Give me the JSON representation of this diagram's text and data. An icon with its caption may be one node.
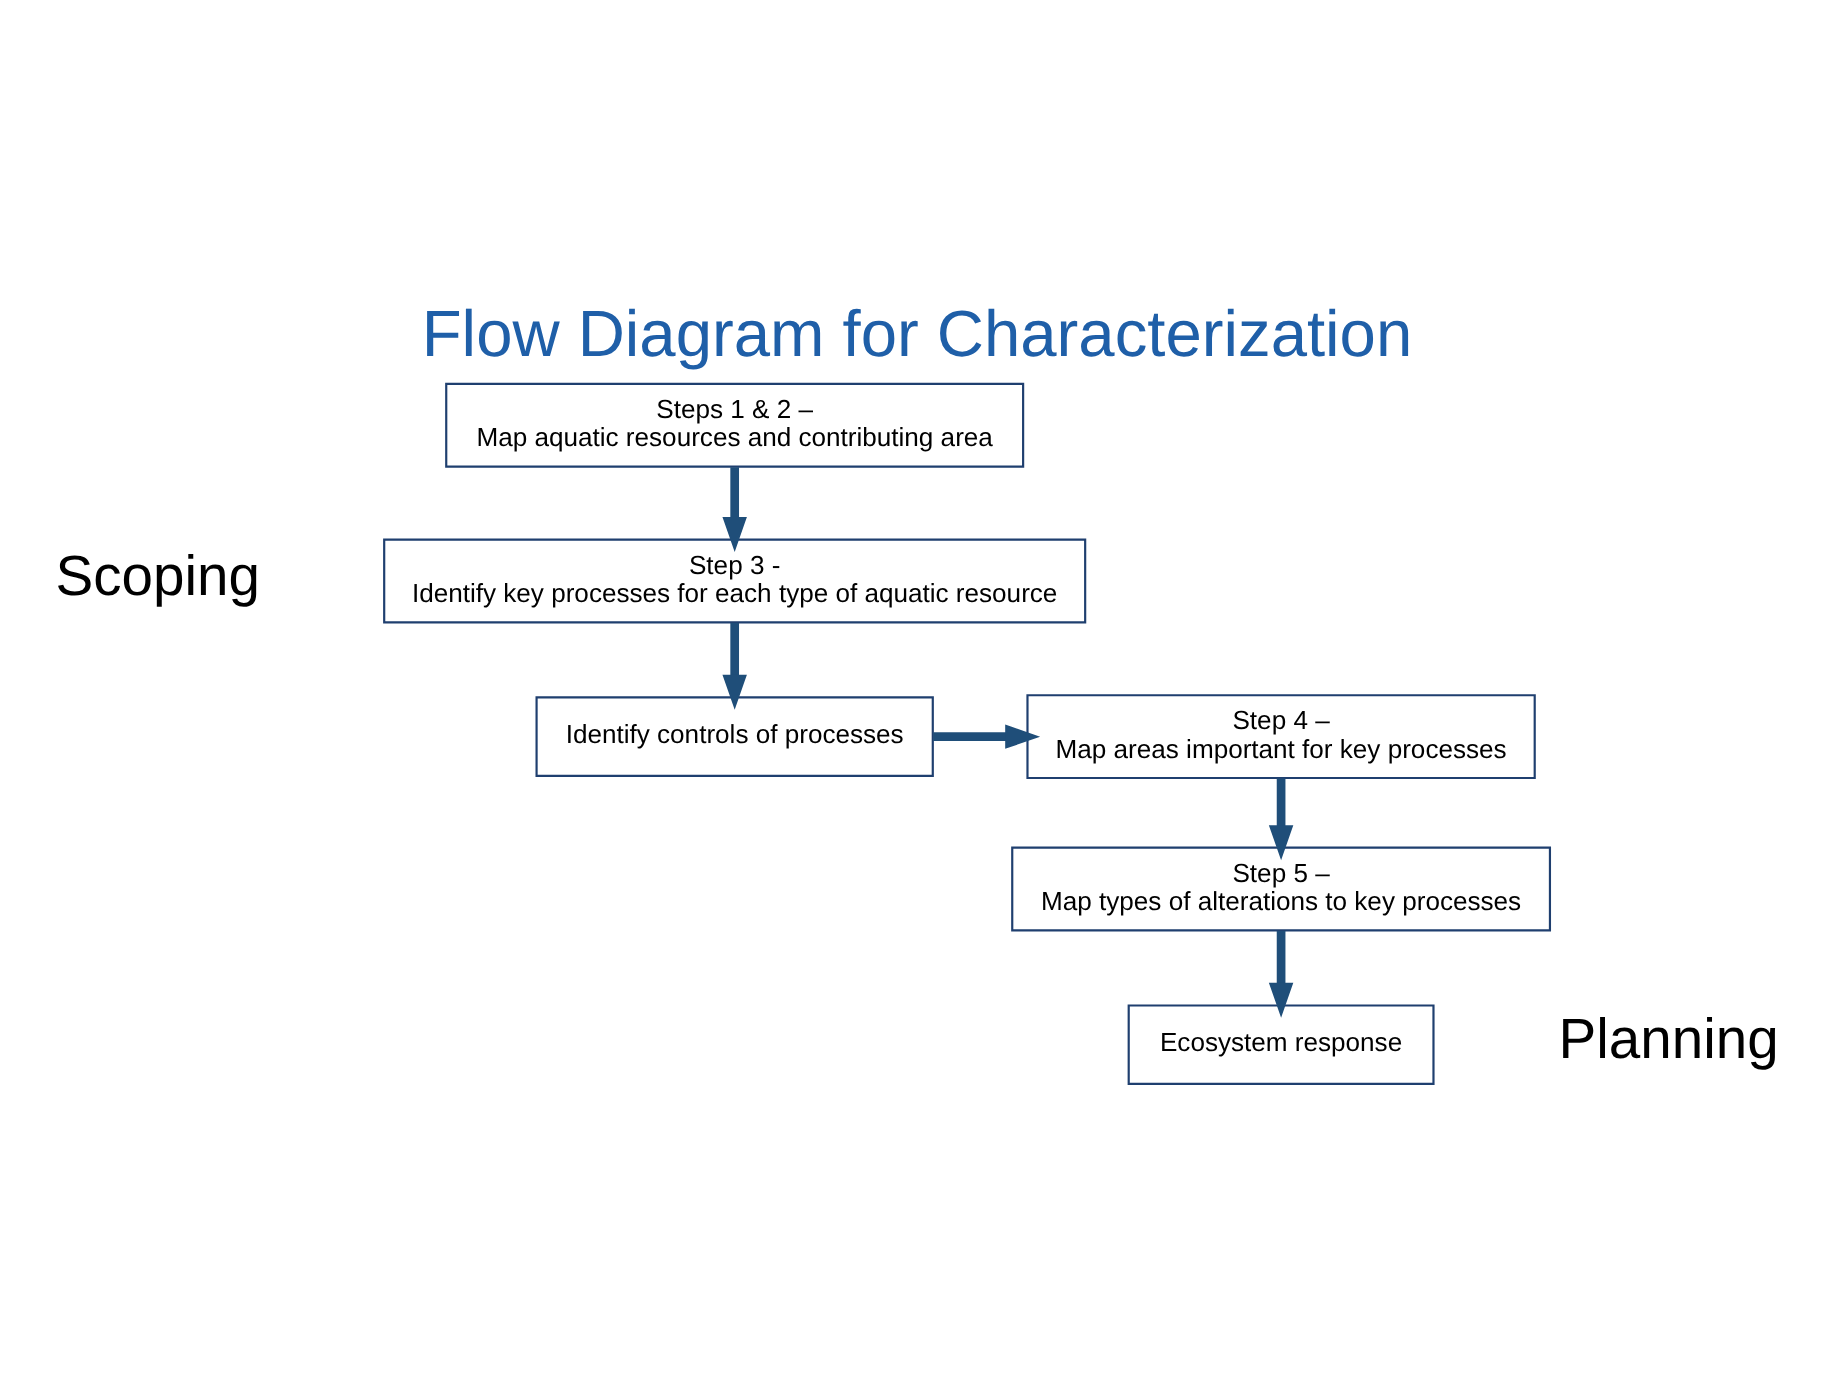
{
  "diagram": {
    "title": "Flow Diagram for Characterization",
    "nodes": [
      {
        "text": [
          "Steps 1 & 2 –",
          "Map aquatic resources and contributing area"
        ]
      },
      {
        "text": [
          "Step 3 -",
          "Identify key processes for each type of aquatic resource"
        ]
      },
      {
        "text": [
          "Identify controls of processes"
        ]
      },
      {
        "text": [
          "Step 4 –",
          "Map areas important for key processes"
        ]
      },
      {
        "text": [
          "Step 5 –",
          "Map types of alterations to key processes"
        ]
      },
      {
        "text": [
          "Ecosystem response"
        ]
      }
    ],
    "edges": [
      {
        "from": 0,
        "to": 1,
        "arrow": "to"
      },
      {
        "from": 1,
        "to": 2,
        "arrow": "to"
      },
      {
        "from": 2,
        "to": 3,
        "arrow": "to"
      },
      {
        "from": 3,
        "to": 4,
        "arrow": "to"
      },
      {
        "from": 4,
        "to": 5,
        "arrow": "to"
      }
    ],
    "labels": [
      "Scoping",
      "Planning"
    ]
  }
}
